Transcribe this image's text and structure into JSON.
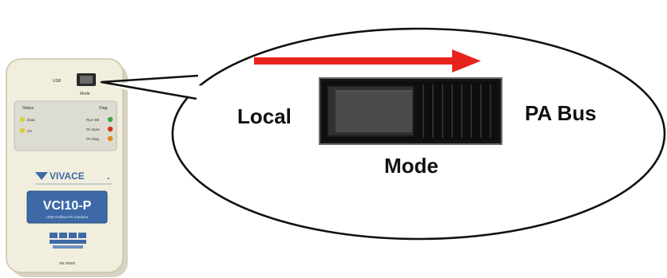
{
  "callout": {
    "label_left": "Local",
    "label_right": "PA Bus",
    "label_mode": "Mode"
  },
  "device": {
    "brand": "VIVACE",
    "model": "VCI10-P",
    "subtitle": "USB Profibus-PA Interface",
    "port_left_label": "USB",
    "port_bottom_label": "Mode",
    "panel_left_title": "Status",
    "panel_right_title": "Diag",
    "status_leds": [
      "Data",
      "On"
    ],
    "diag_leds": [
      "Run SM",
      "PA Input",
      "PA Diag"
    ],
    "footer": "SN 00000"
  },
  "colors": {
    "arrow": "#e8231b",
    "switch_body": "#141414",
    "switch_knob": "#4a4a4a",
    "device_face": "#f2eedd",
    "device_label_bg": "#3d6aa6",
    "led_yellow": "#d9cf3a",
    "led_green": "#3aa53a",
    "led_red": "#d4321f",
    "led_orange": "#e08a1a"
  }
}
